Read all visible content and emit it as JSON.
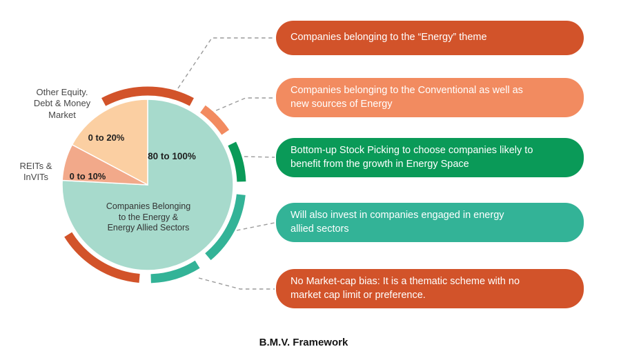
{
  "title": "B.M.V. Framework",
  "colors": {
    "orange": "#D2532A",
    "salmon": "#F28B60",
    "green": "#0A9A58",
    "teal": "#33B397",
    "pie_energy": "#A7DACC",
    "pie_other_equity": "#FBCFA2",
    "pie_reits": "#F2A98A",
    "connector": "#9A9A9A"
  },
  "pie": {
    "center_label": "Companies Belonging\nto the Energy &\nEnergy Allied Sectors",
    "center_value": "80 to 100%",
    "other_equity_label": "Other Equity.\nDebt & Money\nMarket",
    "other_equity_value": "0 to 20%",
    "reits_label": "REITs &\nInVITs",
    "reits_value": "0 to 10%"
  },
  "callouts": [
    {
      "text": "Companies belonging to the “Energy” theme",
      "color": "#D2532A"
    },
    {
      "text": "Companies belonging to the Conventional as well as\nnew sources of Energy",
      "color": "#F28B60"
    },
    {
      "text": "Bottom-up Stock Picking to choose companies likely to\nbenefit from the growth in Energy Space",
      "color": "#0A9A58"
    },
    {
      "text": "Will also invest in companies engaged in energy\nallied sectors",
      "color": "#33B397"
    },
    {
      "text": "No Market-cap bias: It is a thematic scheme with no\nmarket cap limit or preference.",
      "color": "#D2532A"
    }
  ],
  "chart_data": {
    "type": "pie",
    "title": "B.M.V. Framework",
    "slices": [
      {
        "label": "Companies Belonging to the Energy & Energy Allied Sectors",
        "allocation": "80 to 100%"
      },
      {
        "label": "Other Equity. Debt & Money Market",
        "allocation": "0 to 20%"
      },
      {
        "label": "REITs & InVITs",
        "allocation": "0 to 10%"
      }
    ],
    "legend_position": "none",
    "notes": "allocation ranges shown inside slices; five annotation callouts linked by dashed lines"
  }
}
